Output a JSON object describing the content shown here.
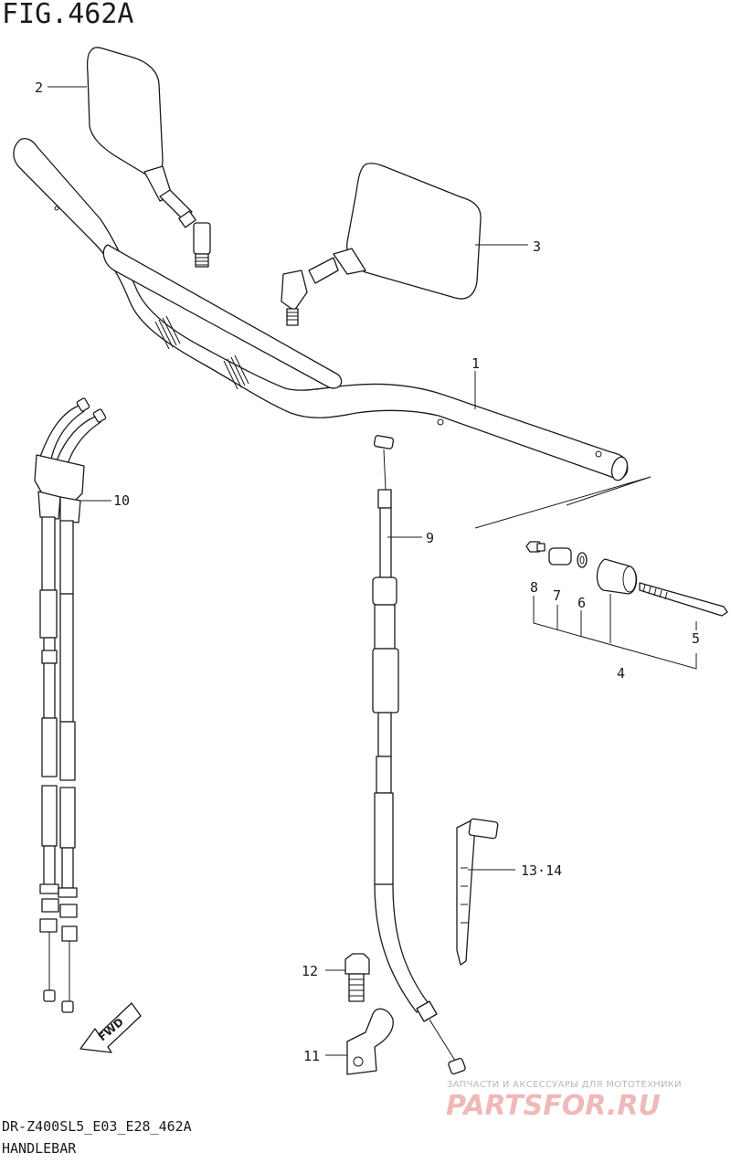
{
  "figure": {
    "title": "FIG.462A",
    "model_code": "DR-Z400SL5_E03_E28_462A",
    "section": "HANDLEBAR"
  },
  "callouts": {
    "c1": "1",
    "c2": "2",
    "c3": "3",
    "c4": "4",
    "c5": "5",
    "c6": "6",
    "c7": "7",
    "c8": "8",
    "c9": "9",
    "c10": "10",
    "c11": "11",
    "c12": "12",
    "c13_14": "13·14"
  },
  "direction_badge": "FWD",
  "watermark": {
    "caption": "ЗАПЧАСТИ И АКСЕССУАРЫ ДЛЯ МОТОТЕХНИКИ",
    "logo_text": "PARTSFOR.RU",
    "logo_color": "#f0b8b8"
  }
}
